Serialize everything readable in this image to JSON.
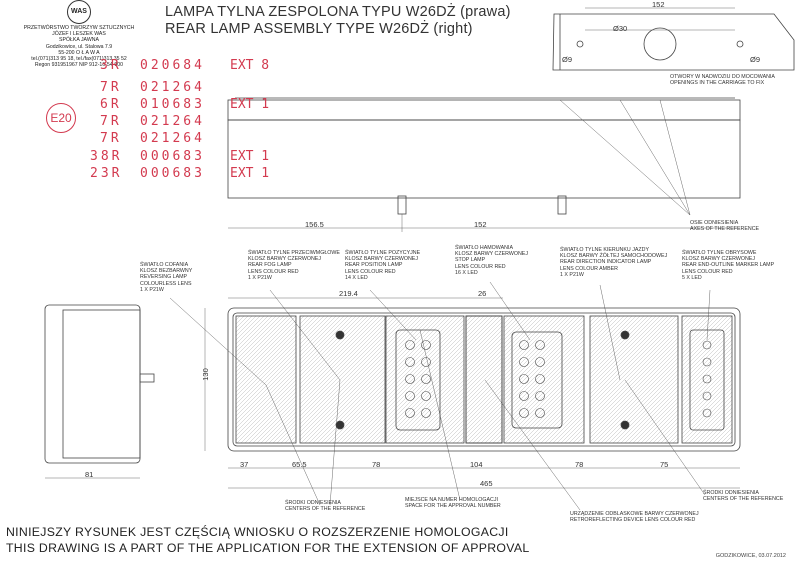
{
  "company": {
    "logo_text": "WAS",
    "lines": [
      "PRZETWÓRSTWO TWORZYW SZTUCZNYCH",
      "JÓZEF I LESZEK WAS",
      "SPÓŁKA JAWNA",
      "Godzikowice, ul. Stalowa 7.9",
      "55-200  O Ł A W A",
      "tel.(071)313 95 18, tel./fax(071)313 35 52",
      "Regon 931951967 NIP 912-16-54-900"
    ]
  },
  "title": {
    "line1": "LAMPA TYLNA ZESPOLONA TYPU W26DŻ (prawa)",
    "line2": "REAR LAMP ASSEMBLY TYPE W26DŻ (right)"
  },
  "stamps": {
    "approval_mark": "E20",
    "codes": [
      {
        "prefix": "3R",
        "number": "020684",
        "ext": "EXT 8"
      },
      {
        "prefix": "7R",
        "number": "021264",
        "ext": ""
      },
      {
        "prefix": "6R",
        "number": "010683",
        "ext": "EXT 1"
      },
      {
        "prefix": "7R",
        "number": "021264",
        "ext": ""
      },
      {
        "prefix": "7R",
        "number": "021264",
        "ext": ""
      },
      {
        "prefix": "38R",
        "number": "000683",
        "ext": "EXT 1"
      },
      {
        "prefix": "23R",
        "number": "000683",
        "ext": "EXT 1"
      }
    ]
  },
  "top_view": {
    "dim_width": "152",
    "dim_hole_dia": "Ø30",
    "dim_pin_left": "Ø9",
    "dim_pin_right": "Ø9",
    "note_holes": "OTWORY W NADWOZIU DO MOCOWANIA",
    "note_holes_en": "OPENINGS IN THE CARRIAGE TO FIX"
  },
  "side_view": {
    "dim_left": "156.5",
    "dim_mid": "152",
    "axes_note": "OSIE ODNIESIENIA",
    "axes_note_en": "AXES OF THE REFERENCE"
  },
  "callouts": [
    {
      "pl": "ŚWIATŁO COFANIA",
      "pl2": "KLOSZ BEZBARWNY",
      "en": "REVERSING LAMP",
      "en2": "COLOURLESS LENS",
      "spec": "1 x P21W"
    },
    {
      "pl": "ŚWIATŁO TYLNE PRZECIWMGŁOWE",
      "pl2": "KLOSZ BARWY CZERWONEJ",
      "en": "REAR FOG LAMP",
      "en2": "LENS COLOUR RED",
      "spec": "1 x P21W"
    },
    {
      "pl": "ŚWIATŁO TYLNE POZYCYJNE",
      "pl2": "KLOSZ BARWY CZERWONEJ",
      "en": "REAR POSITION LAMP",
      "en2": "LENS COLOUR RED",
      "spec": "14 x LED"
    },
    {
      "pl": "ŚWIATŁO HAMOWANIA",
      "pl2": "KLOSZ BARWY CZERWONEJ",
      "en": "STOP LAMP",
      "en2": "LENS COLOUR RED",
      "spec": "16 x LED"
    },
    {
      "pl": "ŚWIATŁO TYLNE KIERUNKU JAZDY",
      "pl2": "KLOSZ BARWY ŻÓŁTEJ SAMOCHODOWEJ",
      "en": "REAR DIRECTION INDICATOR LAMP",
      "en2": "LENS COLOUR AMBER",
      "spec": "1 x P21W"
    },
    {
      "pl": "ŚWIATŁO TYLNE OBRYSOWE",
      "pl2": "KLOSZ BARWY CZERWONEJ",
      "en": "REAR END-OUTLINE MARKER LAMP",
      "en2": "LENS COLOUR RED",
      "spec": "5 x LED"
    }
  ],
  "front_view": {
    "dims": {
      "d219": "219.4",
      "d26": "26",
      "d130": "130",
      "d81": "81",
      "d37": "37",
      "d655": "65.5",
      "d78a": "78",
      "d104": "104",
      "d78b": "78",
      "d75": "75",
      "d465": "465"
    },
    "notes": {
      "centers_left": "ŚRODKI ODNIESIENIA",
      "centers_left_en": "CENTERS OF THE REFERENCE",
      "homolog": "MIEJSCE NA NUMER HOMOLOGACJI",
      "homolog_en": "SPACE FOR THE APPROVAL NUMBER",
      "retro": "URZĄDZENIE ODBLASKOWE BARWY CZERWONEJ",
      "retro_en": "RETROREFLECTING DEVICE LENS COLOUR RED",
      "centers_right": "ŚRODKI ODNIESIENIA",
      "centers_right_en": "CENTERS OF THE REFERENCE"
    }
  },
  "footer": {
    "line1": "NINIEJSZY RYSUNEK JEST CZĘŚCIĄ WNIOSKU O ROZSZERZENIE HOMOLOGACJI",
    "line2": "THIS DRAWING IS A PART OF THE APPLICATION FOR THE EXTENSION OF APPROVAL",
    "signature": "GODZIKOWICE,  03.07.2012"
  }
}
